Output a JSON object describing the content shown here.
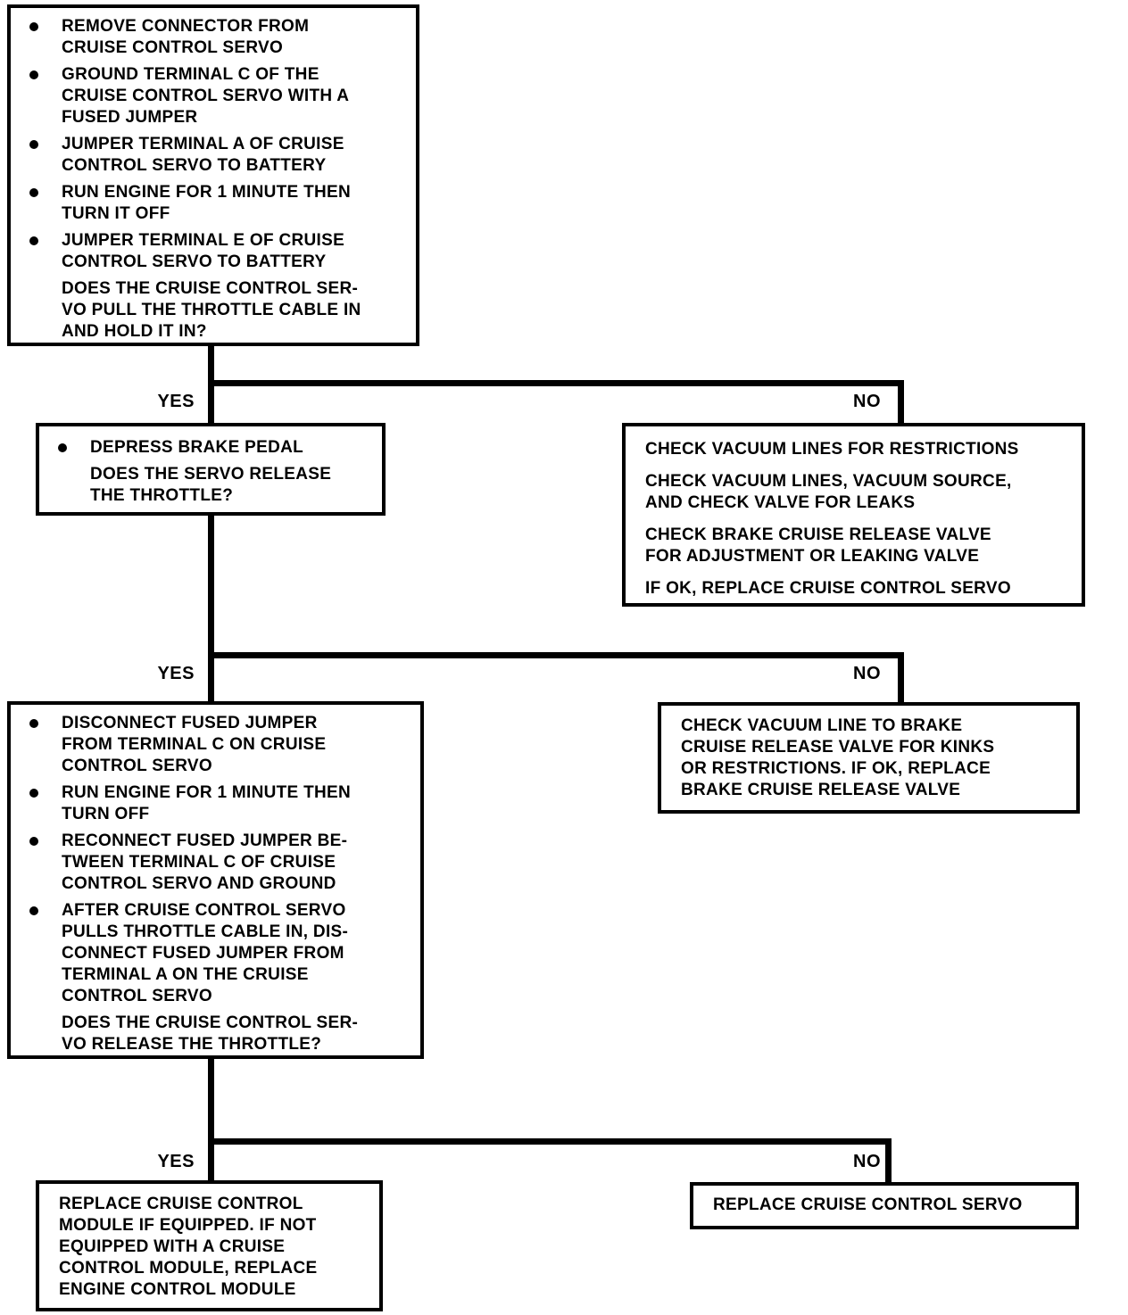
{
  "page": {
    "background": "#ffffff",
    "ink": "#000000"
  },
  "flowchart": {
    "branch_labels": {
      "yes": "YES",
      "no": "NO"
    },
    "boxes": {
      "start": {
        "items": [
          {
            "bullet": true,
            "text": "REMOVE CONNECTOR FROM\nCRUISE CONTROL SERVO"
          },
          {
            "bullet": true,
            "text": "GROUND TERMINAL C OF THE\nCRUISE CONTROL SERVO WITH A\nFUSED JUMPER"
          },
          {
            "bullet": true,
            "text": "JUMPER TERMINAL A OF CRUISE\nCONTROL SERVO TO BATTERY"
          },
          {
            "bullet": true,
            "text": "RUN ENGINE FOR 1 MINUTE THEN\nTURN IT OFF"
          },
          {
            "bullet": true,
            "text": "JUMPER TERMINAL E OF CRUISE\nCONTROL SERVO TO BATTERY"
          },
          {
            "bullet": false,
            "text": "DOES THE CRUISE CONTROL SER-\nVO PULL THE THROTTLE CABLE IN\nAND HOLD IT IN?"
          }
        ]
      },
      "yes1": {
        "items": [
          {
            "bullet": true,
            "text": "DEPRESS BRAKE PEDAL"
          },
          {
            "bullet": false,
            "text": "DOES THE SERVO RELEASE\nTHE THROTTLE?"
          }
        ]
      },
      "no1": {
        "items": [
          {
            "bullet": false,
            "text": "CHECK VACUUM LINES FOR RESTRICTIONS"
          },
          {
            "bullet": false,
            "text": "CHECK VACUUM LINES, VACUUM SOURCE,\nAND CHECK VALVE FOR LEAKS"
          },
          {
            "bullet": false,
            "text": "CHECK BRAKE CRUISE RELEASE VALVE\nFOR ADJUSTMENT OR LEAKING VALVE"
          },
          {
            "bullet": false,
            "text": "IF OK, REPLACE CRUISE CONTROL SERVO"
          }
        ]
      },
      "yes2": {
        "items": [
          {
            "bullet": true,
            "text": "DISCONNECT FUSED JUMPER\nFROM TERMINAL C ON CRUISE\nCONTROL SERVO"
          },
          {
            "bullet": true,
            "text": "RUN ENGINE FOR 1 MINUTE THEN\nTURN OFF"
          },
          {
            "bullet": true,
            "text": "RECONNECT FUSED JUMPER BE-\nTWEEN TERMINAL C OF CRUISE\nCONTROL SERVO AND GROUND"
          },
          {
            "bullet": true,
            "text": "AFTER CRUISE CONTROL SERVO\nPULLS THROTTLE CABLE IN, DIS-\nCONNECT FUSED JUMPER FROM\nTERMINAL A ON THE CRUISE\nCONTROL SERVO"
          },
          {
            "bullet": false,
            "text": "DOES THE CRUISE CONTROL SER-\nVO RELEASE THE THROTTLE?"
          }
        ]
      },
      "no2": {
        "items": [
          {
            "bullet": false,
            "text": "CHECK VACUUM LINE TO BRAKE\nCRUISE RELEASE VALVE FOR KINKS\nOR RESTRICTIONS. IF OK, REPLACE\nBRAKE CRUISE RELEASE VALVE"
          }
        ]
      },
      "yes3": {
        "items": [
          {
            "bullet": false,
            "text": "REPLACE CRUISE CONTROL\nMODULE IF EQUIPPED. IF NOT\nEQUIPPED WITH A CRUISE\nCONTROL MODULE, REPLACE\nENGINE CONTROL MODULE"
          }
        ]
      },
      "no3": {
        "items": [
          {
            "bullet": false,
            "text": "REPLACE CRUISE CONTROL SERVO"
          }
        ]
      }
    }
  }
}
